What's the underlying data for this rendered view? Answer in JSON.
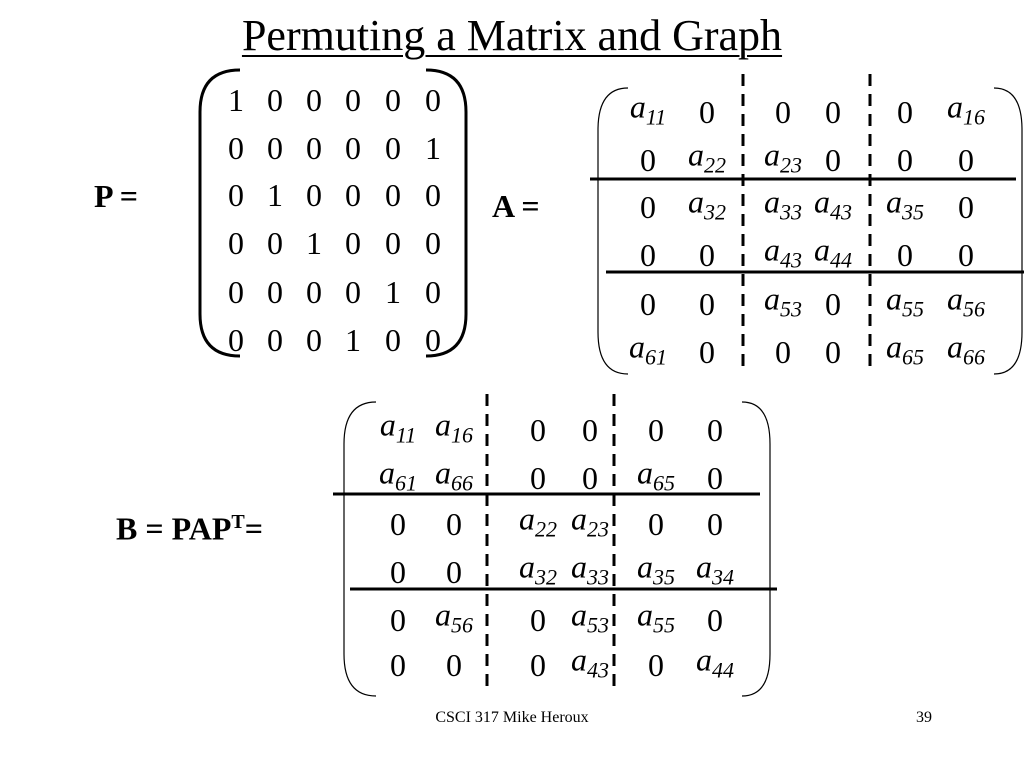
{
  "slide": {
    "title": "Permuting a Matrix and Graph",
    "footer_text": "CSCI 317 Mike Heroux",
    "page_number": "39"
  },
  "matrix_p": {
    "label": "P =",
    "rows": [
      [
        "1",
        "0",
        "0",
        "0",
        "0",
        "0"
      ],
      [
        "0",
        "0",
        "0",
        "0",
        "0",
        "1"
      ],
      [
        "0",
        "1",
        "0",
        "0",
        "0",
        "0"
      ],
      [
        "0",
        "0",
        "1",
        "0",
        "0",
        "0"
      ],
      [
        "0",
        "0",
        "0",
        "0",
        "1",
        "0"
      ],
      [
        "0",
        "0",
        "0",
        "1",
        "0",
        "0"
      ]
    ]
  },
  "matrix_a": {
    "label": "A =",
    "rows": [
      [
        "a11",
        "0",
        "0",
        "0",
        "0",
        "a16"
      ],
      [
        "0",
        "a22",
        "a23",
        "0",
        "0",
        "0"
      ],
      [
        "0",
        "a32",
        "a33",
        "a43",
        "a35",
        "0"
      ],
      [
        "0",
        "0",
        "a43",
        "a44",
        "0",
        "0"
      ],
      [
        "0",
        "0",
        "a53",
        "0",
        "a55",
        "a56"
      ],
      [
        "a61",
        "0",
        "0",
        "0",
        "a65",
        "a66"
      ]
    ]
  },
  "matrix_b": {
    "label_main": "B = PAP",
    "label_sup": "T",
    "label_tail": "=",
    "rows": [
      [
        "a11",
        "a16",
        "0",
        "0",
        "0",
        "0"
      ],
      [
        "a61",
        "a66",
        "0",
        "0",
        "a65",
        "0"
      ],
      [
        "0",
        "0",
        "a22",
        "a23",
        "0",
        "0"
      ],
      [
        "0",
        "0",
        "a32",
        "a33",
        "a35",
        "a34"
      ],
      [
        "0",
        "a56",
        "0",
        "a53",
        "a55",
        "0"
      ],
      [
        "0",
        "0",
        "0",
        "a43",
        "0",
        "a44"
      ]
    ]
  }
}
